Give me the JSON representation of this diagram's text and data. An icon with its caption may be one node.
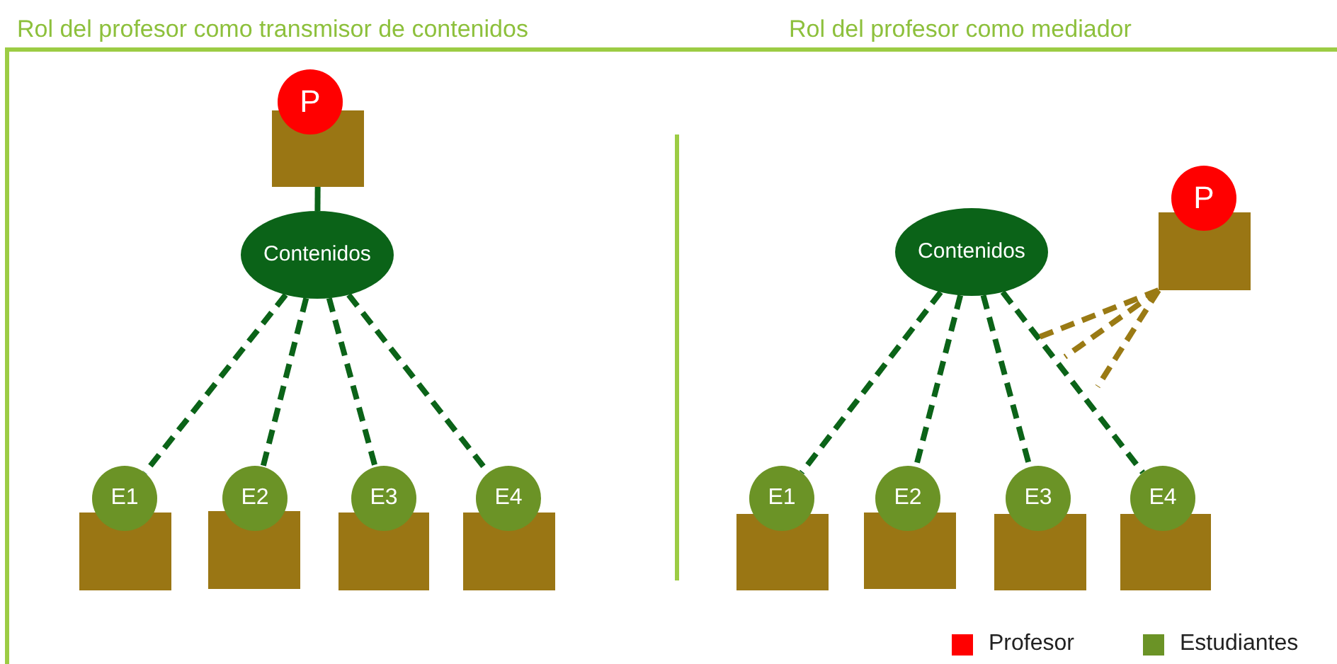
{
  "diagram": {
    "nodes": [
      {
        "text": [
          "P"
        ]
      },
      {
        "text": [],
        "shape": "box"
      },
      {
        "text": [
          "Contenidos"
        ]
      },
      {
        "text": [
          "E1"
        ]
      },
      {
        "text": [
          "E2"
        ]
      },
      {
        "text": [
          "E3"
        ]
      },
      {
        "text": [
          "E4"
        ]
      },
      {
        "text": [],
        "shape": "box"
      },
      {
        "text": [],
        "shape": "box"
      },
      {
        "text": [],
        "shape": "box"
      },
      {
        "text": [],
        "shape": "box"
      },
      {
        "text": [
          "Contenidos"
        ]
      },
      {
        "text": [
          "P"
        ]
      },
      {
        "text": [],
        "shape": "box"
      },
      {
        "text": [
          "E1"
        ]
      },
      {
        "text": [
          "E2"
        ]
      },
      {
        "text": [
          "E3"
        ]
      },
      {
        "text": [
          "E4"
        ]
      },
      {
        "text": [],
        "shape": "box"
      },
      {
        "text": [],
        "shape": "box"
      },
      {
        "text": [],
        "shape": "box"
      },
      {
        "text": [],
        "shape": "box"
      }
    ],
    "edges": [
      {
        "from": 1,
        "to": 2,
        "arrow": "none"
      },
      {
        "from": 2,
        "to": 3,
        "arrow": "none",
        "style": "dashed"
      },
      {
        "from": 2,
        "to": 4,
        "arrow": "none",
        "style": "dashed"
      },
      {
        "from": 2,
        "to": 5,
        "arrow": "none",
        "style": "dashed"
      },
      {
        "from": 2,
        "to": 6,
        "arrow": "none",
        "style": "dashed"
      },
      {
        "from": 11,
        "to": 14,
        "arrow": "none",
        "style": "dashed"
      },
      {
        "from": 11,
        "to": 15,
        "arrow": "none",
        "style": "dashed"
      },
      {
        "from": 11,
        "to": 16,
        "arrow": "none",
        "style": "dashed"
      },
      {
        "from": 11,
        "to": 17,
        "arrow": "none",
        "style": "dashed"
      },
      {
        "from": 13,
        "to": null,
        "arrow": "none",
        "style": "dashed",
        "color": "#9a7a14"
      },
      {
        "from": 13,
        "to": null,
        "arrow": "none",
        "style": "dashed",
        "color": "#9a7a14"
      },
      {
        "from": 13,
        "to": null,
        "arrow": "none",
        "style": "dashed",
        "color": "#9a7a14"
      }
    ],
    "labels": [
      "Rol del profesor como transmisor de contenidos",
      "Rol del profesor como mediador"
    ],
    "legend": [
      {
        "text": "Profesor",
        "color": "#ff0000"
      },
      {
        "text": "Estudiantes",
        "color": "#6b9326"
      }
    ]
  }
}
